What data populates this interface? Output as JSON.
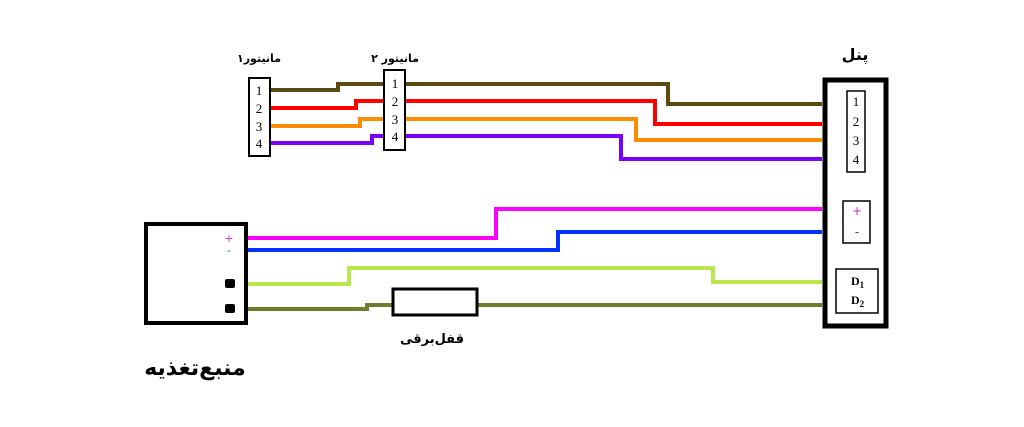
{
  "labels": {
    "monitor1": "مانیتور۱",
    "monitor2": "مانیتور ۲",
    "panel": "پنل",
    "power_supply": "منبع‌تغذیه",
    "electric_lock": "قفل‌برقی"
  },
  "pins": [
    "1",
    "2",
    "3",
    "4"
  ],
  "power_terminals": {
    "plus": "+",
    "minus": "-"
  },
  "door_terminals": {
    "d1": "D",
    "d1_sub": "1",
    "d2": "D",
    "d2_sub": "2"
  },
  "colors": {
    "brown": "#5c4a10",
    "red": "#ff0000",
    "orange": "#ff8c00",
    "purple": "#7b00ff",
    "magenta": "#ff00ff",
    "blue": "#0033ff",
    "lightgreen": "#b8e84a",
    "olive": "#6b7f2a"
  }
}
